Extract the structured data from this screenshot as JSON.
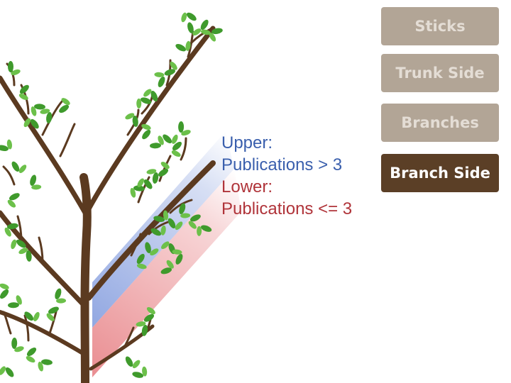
{
  "buttons": [
    {
      "label": "Sticks",
      "active": false
    },
    {
      "label": "Trunk Side",
      "active": false
    },
    {
      "label": "Branches",
      "active": false
    },
    {
      "label": "Branch Side",
      "active": true
    }
  ],
  "legend": {
    "upper_title": "Upper:",
    "upper_rule": "Publications > 3",
    "lower_title": "Lower:",
    "lower_rule": "Publications <= 3"
  },
  "colors": {
    "trunk": "#5b3a20",
    "leaf": "#3f9a2c",
    "leaf_light": "#6cc04a",
    "upper_band": "#8ca3e0",
    "lower_band": "#e98a8e",
    "upper_text": "#3a5fad",
    "lower_text": "#b0343a",
    "button_inactive": "#b2a596",
    "button_active": "#5b3f26"
  }
}
